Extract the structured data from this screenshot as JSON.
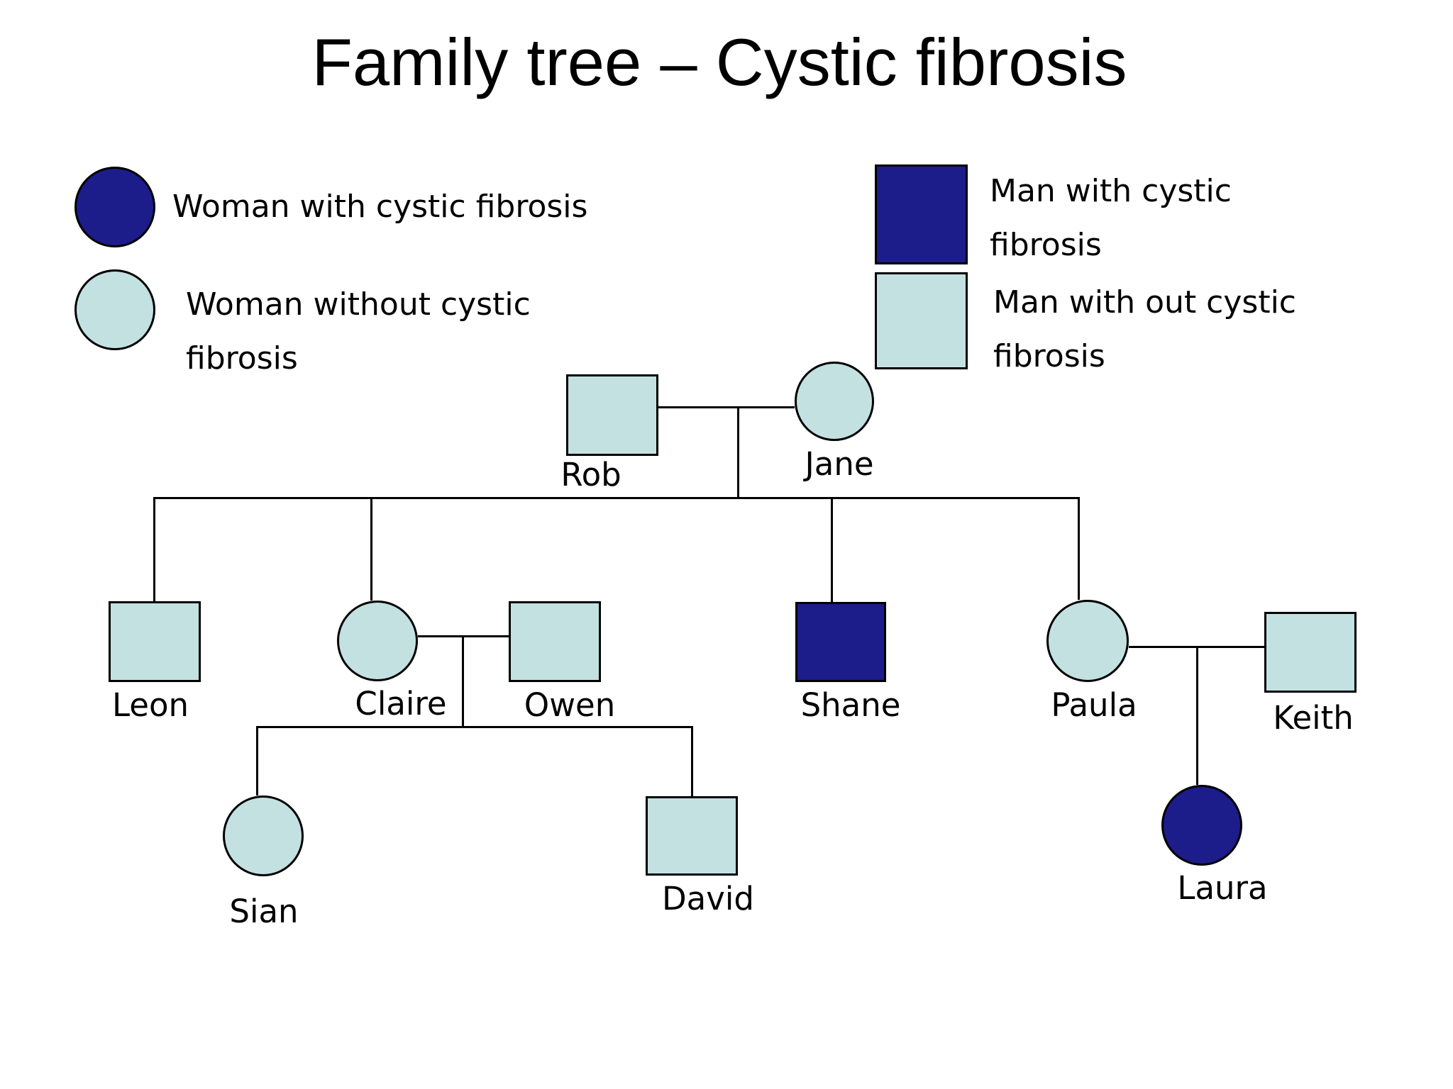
{
  "title": "Family tree – Cystic fibrosis",
  "colors": {
    "affected": "#1c1c8a",
    "unaffected": "#c4e1e2",
    "outline": "#000000"
  },
  "legend": {
    "items": [
      {
        "shape": "circle",
        "status": "affected",
        "label": "Woman with cystic fibrosis"
      },
      {
        "shape": "circle",
        "status": "unaffected",
        "label": "Woman without cystic fibrosis"
      },
      {
        "shape": "square",
        "status": "affected",
        "label": "Man with cystic fibrosis"
      },
      {
        "shape": "square",
        "status": "unaffected",
        "label": "Man with out cystic fibrosis"
      }
    ]
  },
  "people": {
    "rob": {
      "name": "Rob",
      "sex": "male",
      "affected": false
    },
    "jane": {
      "name": "Jane",
      "sex": "female",
      "affected": false
    },
    "leon": {
      "name": "Leon",
      "sex": "male",
      "affected": false
    },
    "claire": {
      "name": "Claire",
      "sex": "female",
      "affected": false
    },
    "owen": {
      "name": "Owen",
      "sex": "male",
      "affected": false
    },
    "shane": {
      "name": "Shane",
      "sex": "male",
      "affected": true
    },
    "paula": {
      "name": "Paula",
      "sex": "female",
      "affected": false
    },
    "keith": {
      "name": "Keith",
      "sex": "male",
      "affected": false
    },
    "sian": {
      "name": "Sian",
      "sex": "female",
      "affected": false
    },
    "david": {
      "name": "David",
      "sex": "male",
      "affected": false
    },
    "laura": {
      "name": "Laura",
      "sex": "female",
      "affected": true
    }
  },
  "families": [
    {
      "parents": [
        "Rob",
        "Jane"
      ],
      "children": [
        "Leon",
        "Claire",
        "Shane",
        "Paula"
      ]
    },
    {
      "parents": [
        "Claire",
        "Owen"
      ],
      "children": [
        "Sian",
        "David"
      ]
    },
    {
      "parents": [
        "Paula",
        "Keith"
      ],
      "children": [
        "Laura"
      ]
    }
  ]
}
